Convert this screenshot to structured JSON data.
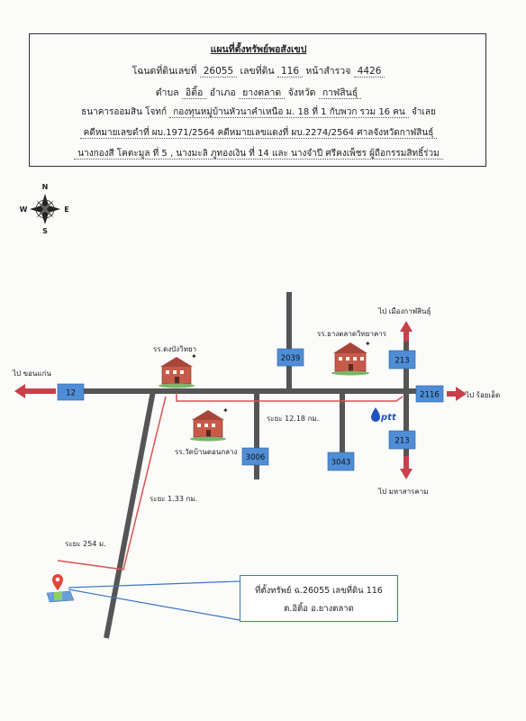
{
  "header": {
    "title": "แผนที่ตั้งทรัพย์พอสังเขป",
    "line1": {
      "label1": "โฉนดที่ดินเลขที่",
      "deed_no": "26055",
      "label2": "เลขที่ดิน",
      "land_no": "116",
      "label3": "หน้าสำรวจ",
      "survey_no": "4426"
    },
    "line2": {
      "label1": "ตำบล",
      "tambon": "อิติ้อ",
      "label2": "อำเภอ",
      "amphoe": "ยางตลาด",
      "label3": "จังหวัด",
      "province": "กาฬสินธุ์"
    },
    "line3": {
      "label1": "ธนาคารออมสิน  โจทก์",
      "defendant": "กองทุนหมู่บ้านหัวนาคำเหนือ ม. 18 ที่ 1 กับพวก รวม 16 คน",
      "label2": "จำเลย"
    },
    "line4": "คดีหมายเลขดำที่ ผบ.1971/2564  คดีหมายเลขแดงที่ ผบ.2274/2564  ศาลจังหวัดกาฬสินธุ์",
    "line5": "นางกองสี โคตะมูล ที่ 5 ,  นางมะลิ ภูทองเงิน ที่ 14 และ นางจำปี ศรีคงเพ็ชร  ผู้ถือกรรมสิทธิ์ร่วม"
  },
  "compass": {
    "n": "N",
    "s": "S",
    "e": "E",
    "w": "W"
  },
  "roads": {
    "r12": "12",
    "r2039": "2039",
    "r213_north": "213",
    "r2116": "2116",
    "r213_south": "213",
    "r3006": "3006",
    "r3043": "3043"
  },
  "places": {
    "to_mueang_kalasin": "ไป เมืองกาฬสินธุ์",
    "to_khon_kaen": "ไป ขอนแก่น",
    "to_roi_et": "ไป ร้อยเอ็ด",
    "to_maha_sarakham": "ไป มหาสารคาม",
    "school_dongbang": "รร.ดงบังวิทยา",
    "school_yangtalat": "รร.ยางตลาดวิทยาคาร",
    "school_watbanton": "รร.วัดบ้านดอนกลาง",
    "ptt": "ptt"
  },
  "distances": {
    "d1": "ระยะ 12.18 กม.",
    "d2": "ระยะ 1.33 กม.",
    "d3": "ระยะ 254 ม."
  },
  "property_box": {
    "line1": "ที่ตั้งทรัพย์ ฉ.26055   เลขที่ดิน 116",
    "line2": "ต.อิติ้อ อ.ยางตลาด"
  },
  "colors": {
    "road": "#555555",
    "arrow": "#c8404a",
    "road_sign": "#4f8ed6",
    "route": "#d9534f",
    "pin": "#e2463a"
  }
}
